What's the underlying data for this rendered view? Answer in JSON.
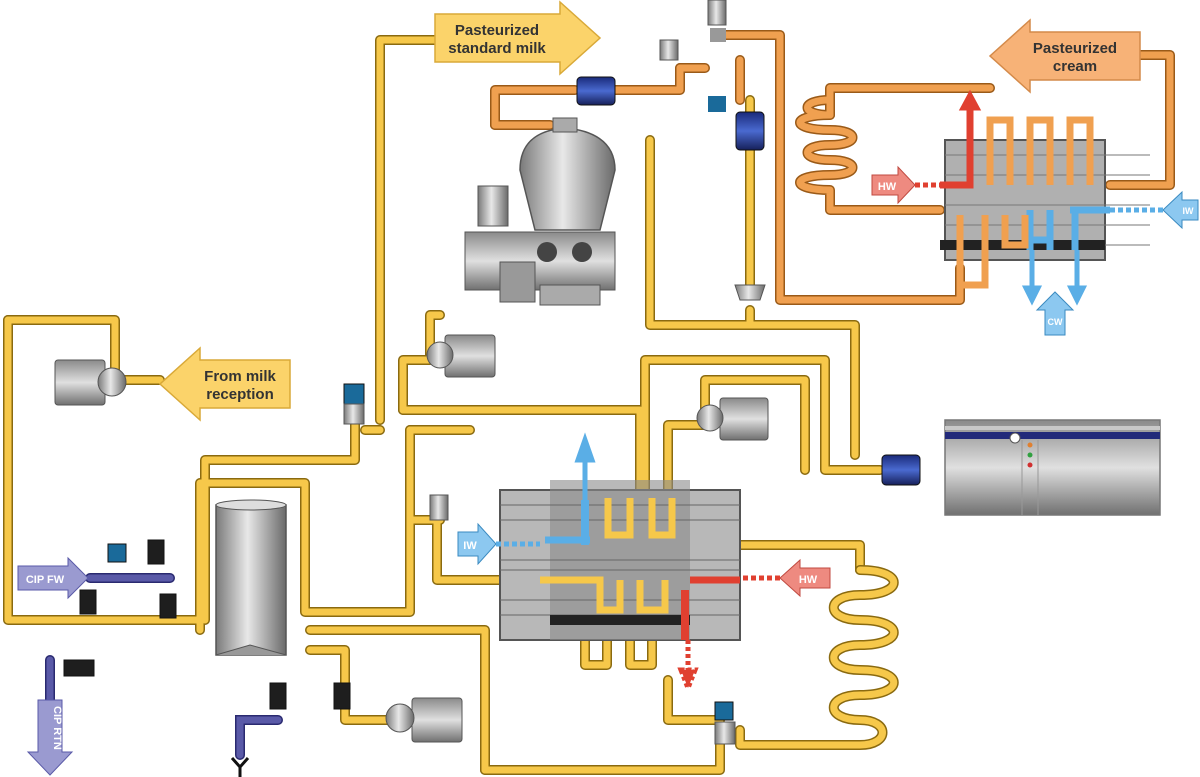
{
  "labels": {
    "pasteurized_milk_line1": "Pasteurized",
    "pasteurized_milk_line2": "standard milk",
    "pasteurized_cream_line1": "Pasteurized",
    "pasteurized_cream_line2": "cream",
    "from_milk_line1": "From milk",
    "from_milk_line2": "reception",
    "cip_fw": "CIP FW",
    "cip_rtn": "CIP RTN",
    "hw_main": "HW",
    "iw_main": "IW",
    "hw_cream": "HW",
    "iw_cream": "IW",
    "cw_cream": "CW"
  },
  "colors": {
    "milk_pipe": "#f6c84a",
    "cream_pipe": "#f0a050",
    "hot_water": "#e04030",
    "ice_water": "#5aaee6",
    "cip": "#5a5aa8",
    "arrow_milk": "#fbd36a",
    "arrow_cream": "#f7b277",
    "arrow_hw": "#ee8a80",
    "arrow_iw": "#8cc8f0",
    "arrow_cip": "#9a9ad0"
  }
}
